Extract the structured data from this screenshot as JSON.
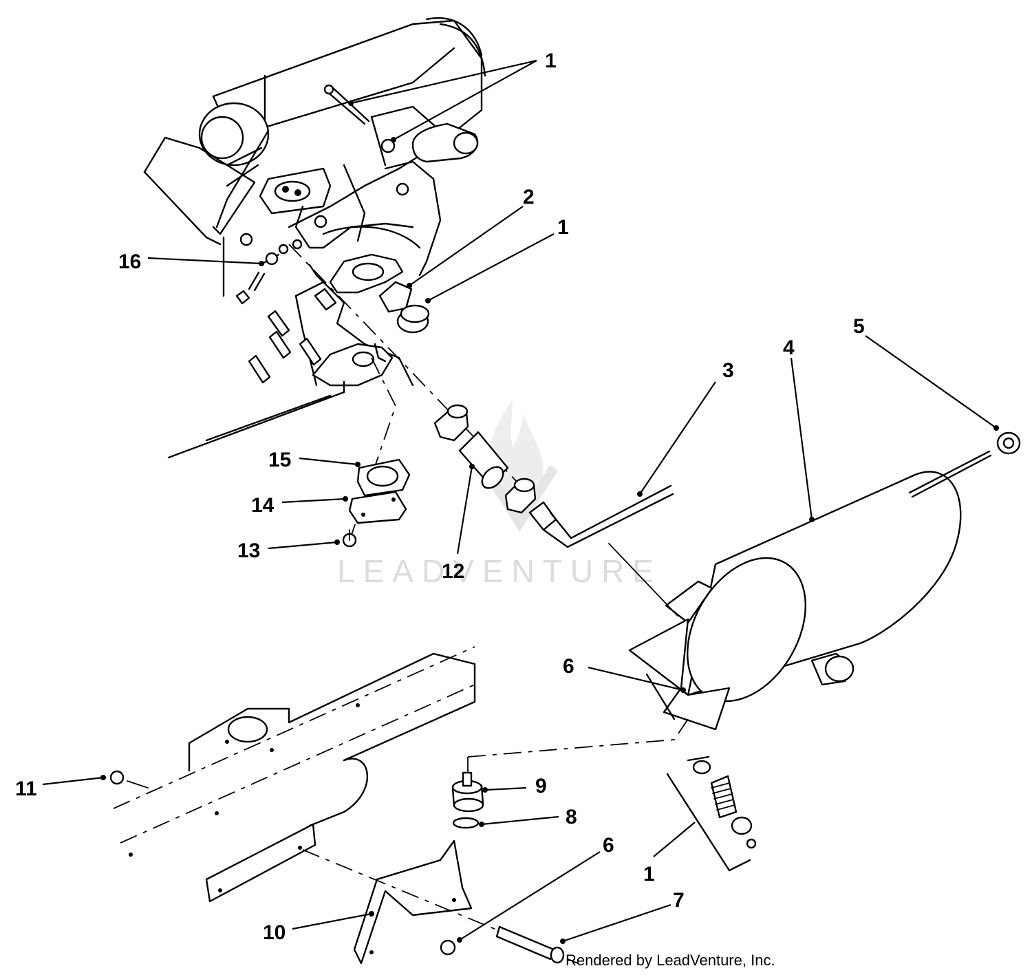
{
  "watermark": {
    "text": "LEADVENTURE"
  },
  "credit": {
    "text": "Rendered by LeadVenture, Inc."
  },
  "callouts": [
    {
      "id": "c1a",
      "label": "1"
    },
    {
      "id": "c2",
      "label": "2"
    },
    {
      "id": "c1b",
      "label": "1"
    },
    {
      "id": "c16",
      "label": "16"
    },
    {
      "id": "c3",
      "label": "3"
    },
    {
      "id": "c4",
      "label": "4"
    },
    {
      "id": "c5",
      "label": "5"
    },
    {
      "id": "c15",
      "label": "15"
    },
    {
      "id": "c14",
      "label": "14"
    },
    {
      "id": "c13",
      "label": "13"
    },
    {
      "id": "c12",
      "label": "12"
    },
    {
      "id": "c6a",
      "label": "6"
    },
    {
      "id": "c9",
      "label": "9"
    },
    {
      "id": "c8",
      "label": "8"
    },
    {
      "id": "c11",
      "label": "11"
    },
    {
      "id": "c6b",
      "label": "6"
    },
    {
      "id": "c1c",
      "label": "1"
    },
    {
      "id": "c7",
      "label": "7"
    },
    {
      "id": "c10",
      "label": "10"
    }
  ]
}
